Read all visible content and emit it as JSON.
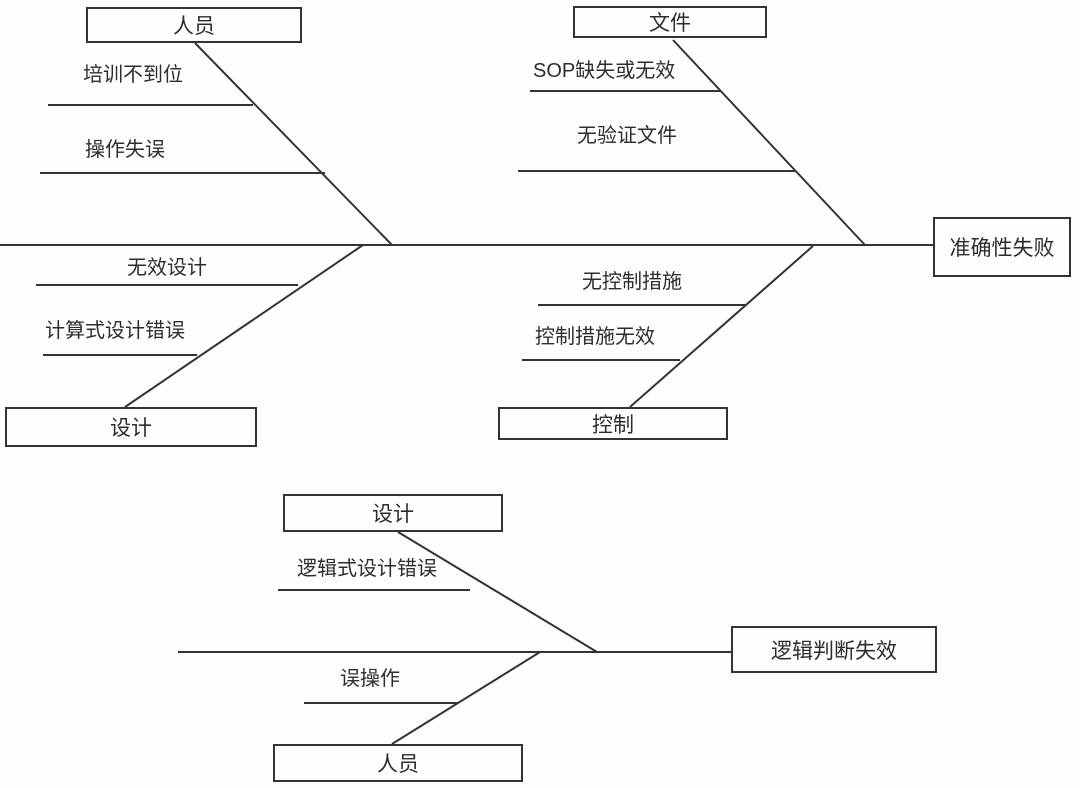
{
  "colors": {
    "line": "#333333",
    "text": "#2d2d2d",
    "background": "#fefefe",
    "box_border": "#333333"
  },
  "diagrams": [
    {
      "effect": "准确性失败",
      "branches": [
        {
          "category": "人员",
          "causes": [
            "培训不到位",
            "操作失误"
          ]
        },
        {
          "category": "文件",
          "causes": [
            "SOP缺失或无效",
            "无验证文件"
          ]
        },
        {
          "category": "设计",
          "causes": [
            "无效设计",
            "计算式设计错误"
          ]
        },
        {
          "category": "控制",
          "causes": [
            "无控制措施",
            "控制措施无效"
          ]
        }
      ]
    },
    {
      "effect": "逻辑判断失效",
      "branches": [
        {
          "category": "设计",
          "causes": [
            "逻辑式设计错误"
          ]
        },
        {
          "category": "人员",
          "causes": [
            "误操作"
          ]
        }
      ]
    }
  ]
}
